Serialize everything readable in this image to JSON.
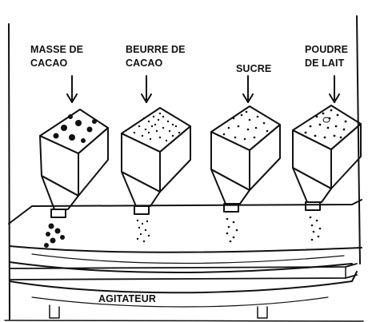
{
  "diagram": {
    "hoppers": [
      {
        "label_line1": "MASSE DE",
        "label_line2": "CACAO",
        "contents": "lumps"
      },
      {
        "label_line1": "BEURRE DE",
        "label_line2": "CACAO",
        "contents": "fine-dots"
      },
      {
        "label_line1": "SUCRE",
        "label_line2": "",
        "contents": "dots"
      },
      {
        "label_line1": "POUDRE",
        "label_line2": "DE LAIT",
        "contents": "powder"
      }
    ],
    "agitator_label": "AGITATEUR"
  }
}
